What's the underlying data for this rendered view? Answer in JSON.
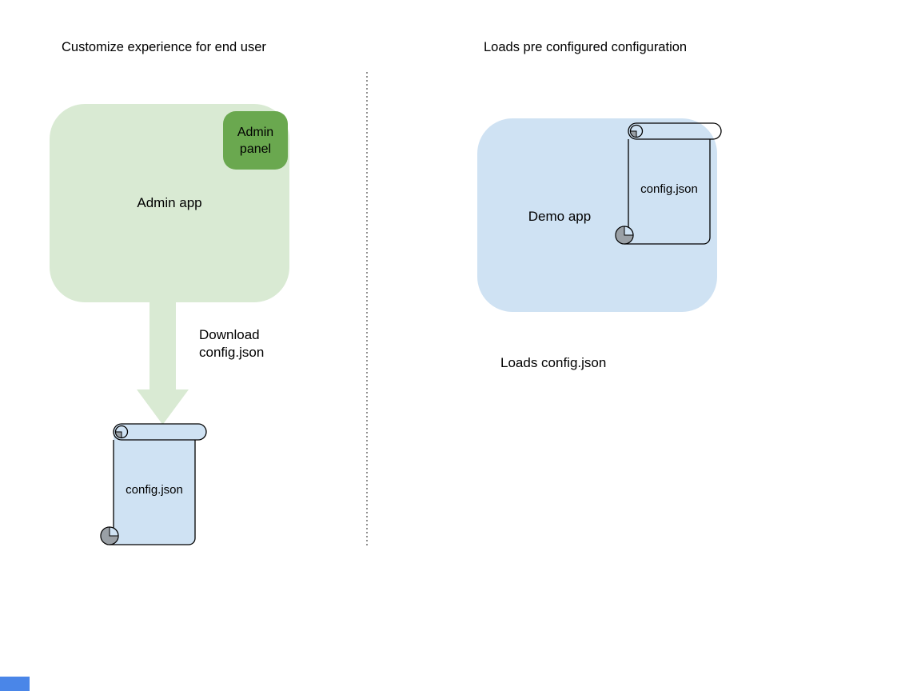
{
  "diagram": {
    "left": {
      "title": "Customize experience for end user",
      "admin_app_label": "Admin app",
      "admin_panel_label": "Admin panel",
      "arrow_label_line1": "Download",
      "arrow_label_line2": "config.json",
      "config_file_label": "config.json"
    },
    "right": {
      "title": "Loads pre configured configuration",
      "demo_app_label": "Demo app",
      "config_file_label": "config.json",
      "caption": "Loads config.json"
    },
    "colors": {
      "admin_app_fill": "#d9ead3",
      "admin_panel_fill": "#6aa84f",
      "arrow_fill": "#d9ead3",
      "demo_app_fill": "#cfe2f3",
      "config_file_fill": "#cfe2f3",
      "scroll_wedge": "#9aa0a6",
      "outline": "#000000",
      "divider": "#8f8f8f",
      "corner_rect": "#4a86e8",
      "text": "#000000"
    }
  }
}
